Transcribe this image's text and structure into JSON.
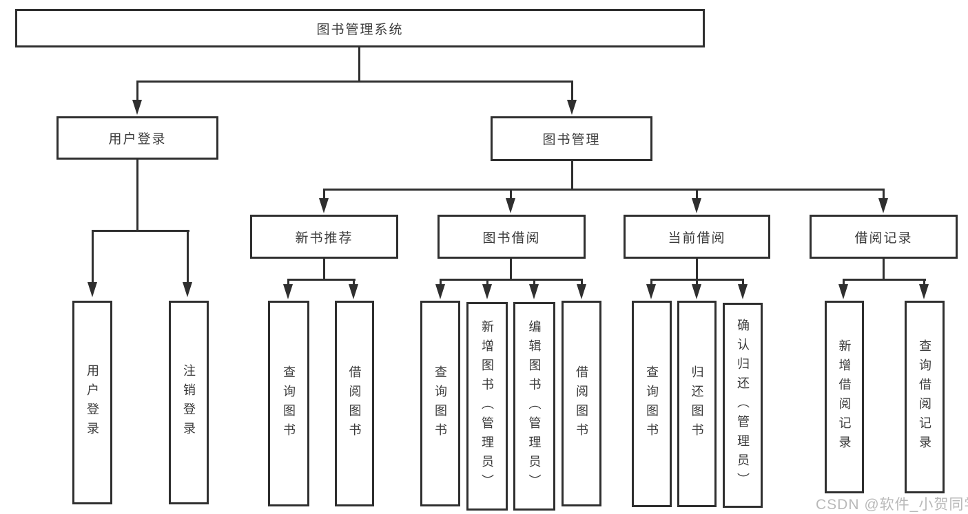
{
  "diagram": {
    "root": {
      "label": "图书管理系统"
    },
    "branches": {
      "user_login": {
        "label": "用户登录",
        "children": [
          "用户登录",
          "注销登录"
        ]
      },
      "book_management": {
        "label": "图书管理"
      },
      "new_books": {
        "label": "新书推荐",
        "children": [
          "查询图书",
          "借阅图书"
        ]
      },
      "book_borrow": {
        "label": "图书借阅",
        "children": [
          "查询图书",
          "新增图书（管理员）",
          "编辑图书（管理员）",
          "借阅图书"
        ]
      },
      "current_borrow": {
        "label": "当前借阅",
        "children": [
          "查询图书",
          "归还图书",
          "确认归还（管理员）"
        ]
      },
      "borrow_records": {
        "label": "借阅记录",
        "children": [
          "新增借阅记录",
          "查询借阅记录"
        ]
      }
    },
    "watermark": "CSDN @软件_小贺同学",
    "colors": {
      "line": "#2f2f2f",
      "text": "#3b3b3b",
      "watermark": "#adadad",
      "background": "#ffffff"
    }
  }
}
